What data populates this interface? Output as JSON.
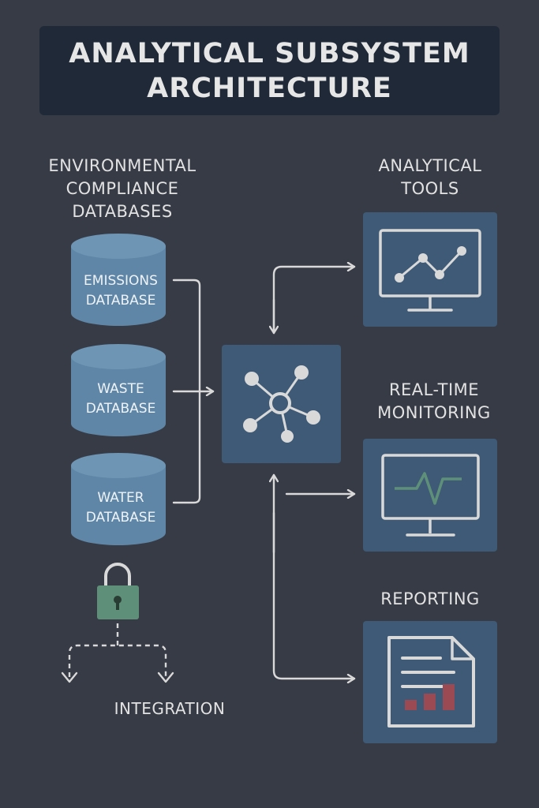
{
  "title": "ANALYTICAL SUBSYSTEM ARCHITECTURE",
  "left_heading": "ENVIRONMENTAL COMPLIANCE DATABASES",
  "databases": [
    {
      "label": "EMISSIONS DATABASE"
    },
    {
      "label": "WASTE DATABASE"
    },
    {
      "label": "WATER DATABASE"
    }
  ],
  "integration_label": "INTEGRATION",
  "outputs": [
    {
      "label": "ANALYTICAL TOOLS",
      "icon": "line-chart-monitor-icon"
    },
    {
      "label": "REAL-TIME MONITORING",
      "icon": "pulse-monitor-icon"
    },
    {
      "label": "REPORTING",
      "icon": "report-document-icon"
    }
  ],
  "hub_icon": "network-hub-icon",
  "lock_icon": "lock-icon",
  "colors": {
    "background": "#363b45",
    "title_box": "#1f2937",
    "panel": "#3e5a76",
    "cylinder": "#5f86a6",
    "lock": "#5e9079",
    "pulse": "#5e9079",
    "report_bars": "#9b4a54",
    "line": "#d9d9d9"
  }
}
